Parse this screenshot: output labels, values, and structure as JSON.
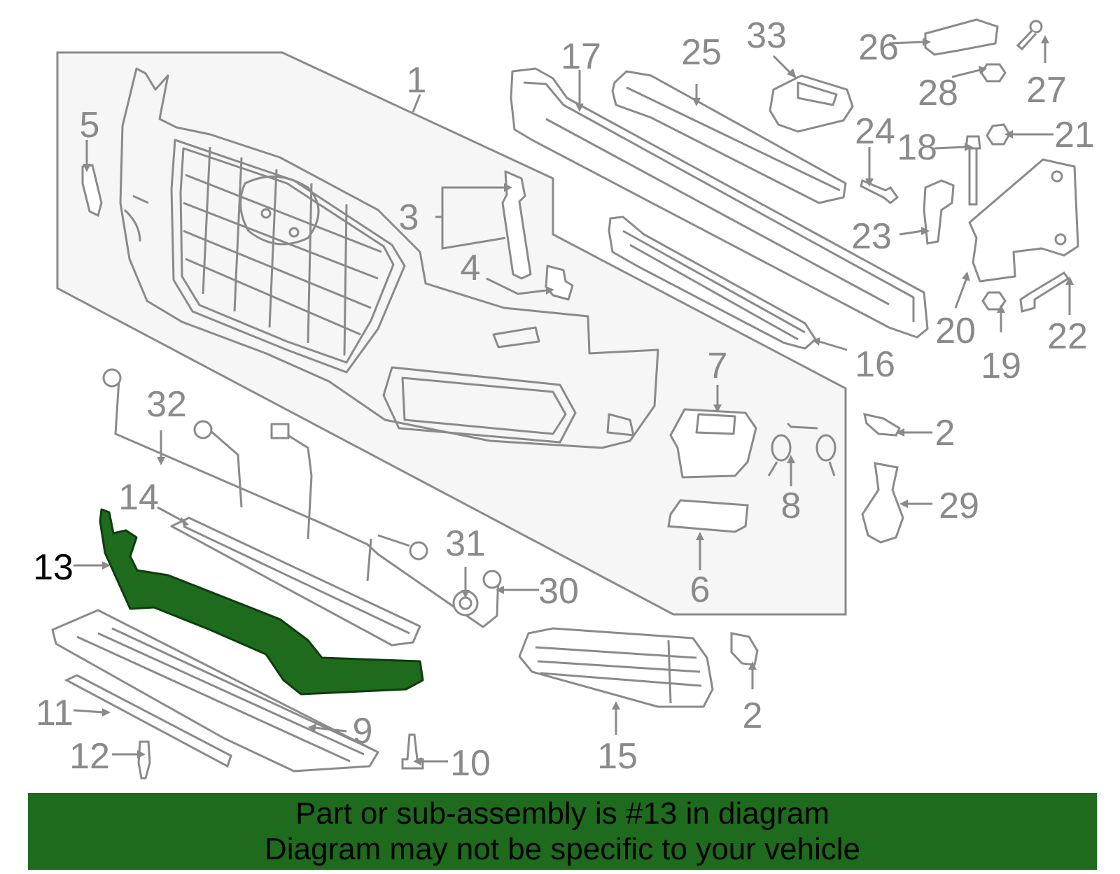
{
  "diagram": {
    "highlighted_part": "13",
    "highlight_color": "#1e6b1e",
    "line_color": "#8a8a8a",
    "panel_fill": "#f6f6f6",
    "callouts": [
      "1",
      "2",
      "2",
      "2",
      "3",
      "4",
      "5",
      "6",
      "7",
      "8",
      "9",
      "10",
      "11",
      "12",
      "13",
      "14",
      "15",
      "16",
      "17",
      "18",
      "19",
      "20",
      "21",
      "22",
      "23",
      "24",
      "25",
      "26",
      "27",
      "28",
      "29",
      "30",
      "31",
      "32",
      "33"
    ]
  },
  "banner": {
    "line1": "Part or sub-assembly is #13 in diagram",
    "line2": "Diagram may not be specific to your vehicle",
    "background": "#1e6b1e"
  }
}
